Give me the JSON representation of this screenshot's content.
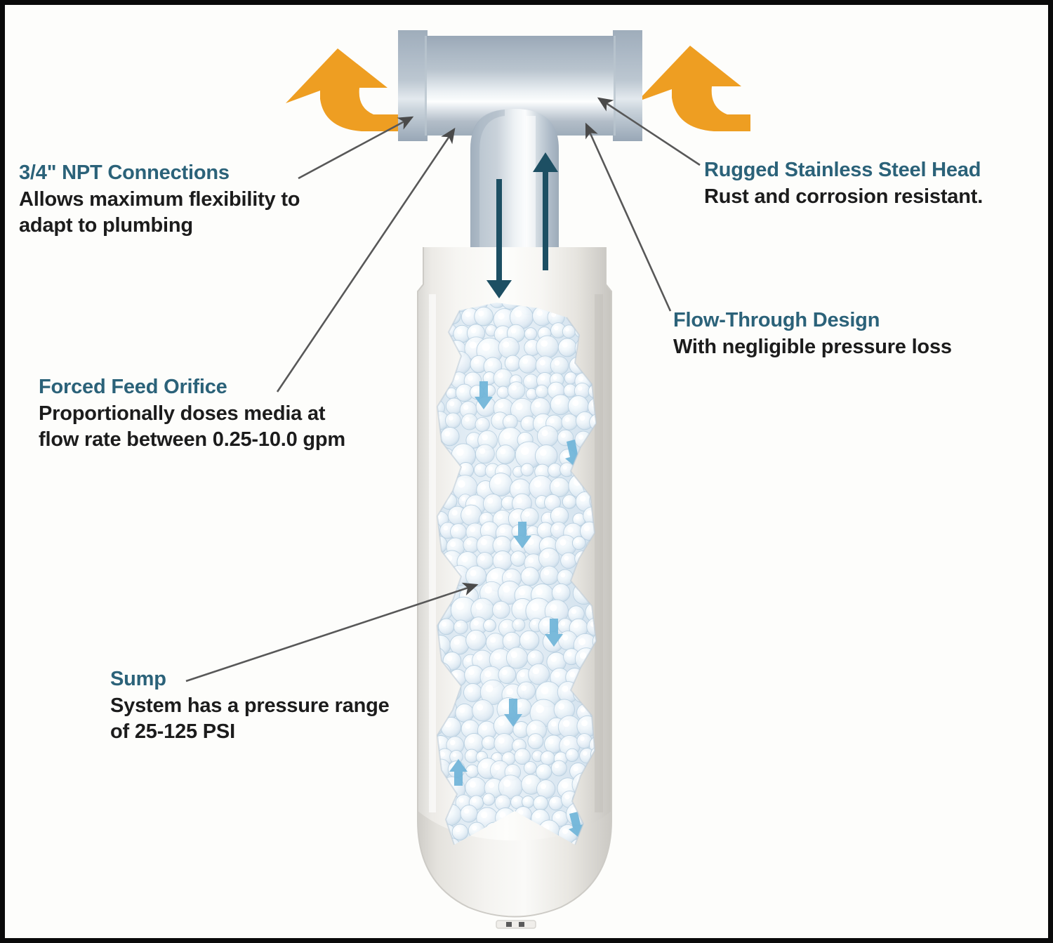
{
  "diagram": {
    "title": "Whole-house filter cutaway with feature callouts",
    "background_color": "#fdfdfb",
    "frame_color": "#0a0a0a",
    "accent_heading_color": "#2b6279",
    "body_text_color": "#1c1c1c",
    "flow_arrow_color": "#EE9E22",
    "internal_arrow_color": "#1d4f63",
    "media_bead_color": "#e8f1f7",
    "steel_color": "#9aa9b8"
  },
  "callouts": [
    {
      "id": "npt-connections",
      "heading": "3/4\" NPT Connections",
      "body": "Allows maximum flexibility to adapt to plumbing",
      "side": "left"
    },
    {
      "id": "forced-feed-orifice",
      "heading": "Forced Feed Orifice",
      "body": "Proportionally doses media at flow rate between 0.25-10.0 gpm",
      "side": "left"
    },
    {
      "id": "sump",
      "heading": "Sump",
      "body": "System has a pressure range of 25-125 PSI",
      "side": "left"
    },
    {
      "id": "stainless-steel-head",
      "heading": "Rugged Stainless Steel Head",
      "body": "Rust and corrosion resistant.",
      "side": "right"
    },
    {
      "id": "flow-through-design",
      "heading": "Flow-Through Design",
      "body": "With negligible pressure loss",
      "side": "right"
    }
  ],
  "components": [
    {
      "name": "inlet-flow-arrow",
      "label": "inlet flow",
      "direction": "right"
    },
    {
      "name": "outlet-flow-arrow",
      "label": "outlet flow",
      "direction": "right"
    },
    {
      "name": "stainless-steel-head",
      "label": "stainless steel head body"
    },
    {
      "name": "left-npt-flange",
      "label": "left 3/4\" NPT flange"
    },
    {
      "name": "right-npt-flange",
      "label": "right 3/4\" NPT flange"
    },
    {
      "name": "riser-tube",
      "label": "riser / forced feed tube"
    },
    {
      "name": "downflow-arrow",
      "label": "water down into sump",
      "direction": "down"
    },
    {
      "name": "upflow-arrow",
      "label": "treated water up through riser",
      "direction": "up"
    },
    {
      "name": "sump-housing",
      "label": "sump housing"
    },
    {
      "name": "media-bed",
      "label": "filtration media bed"
    }
  ]
}
